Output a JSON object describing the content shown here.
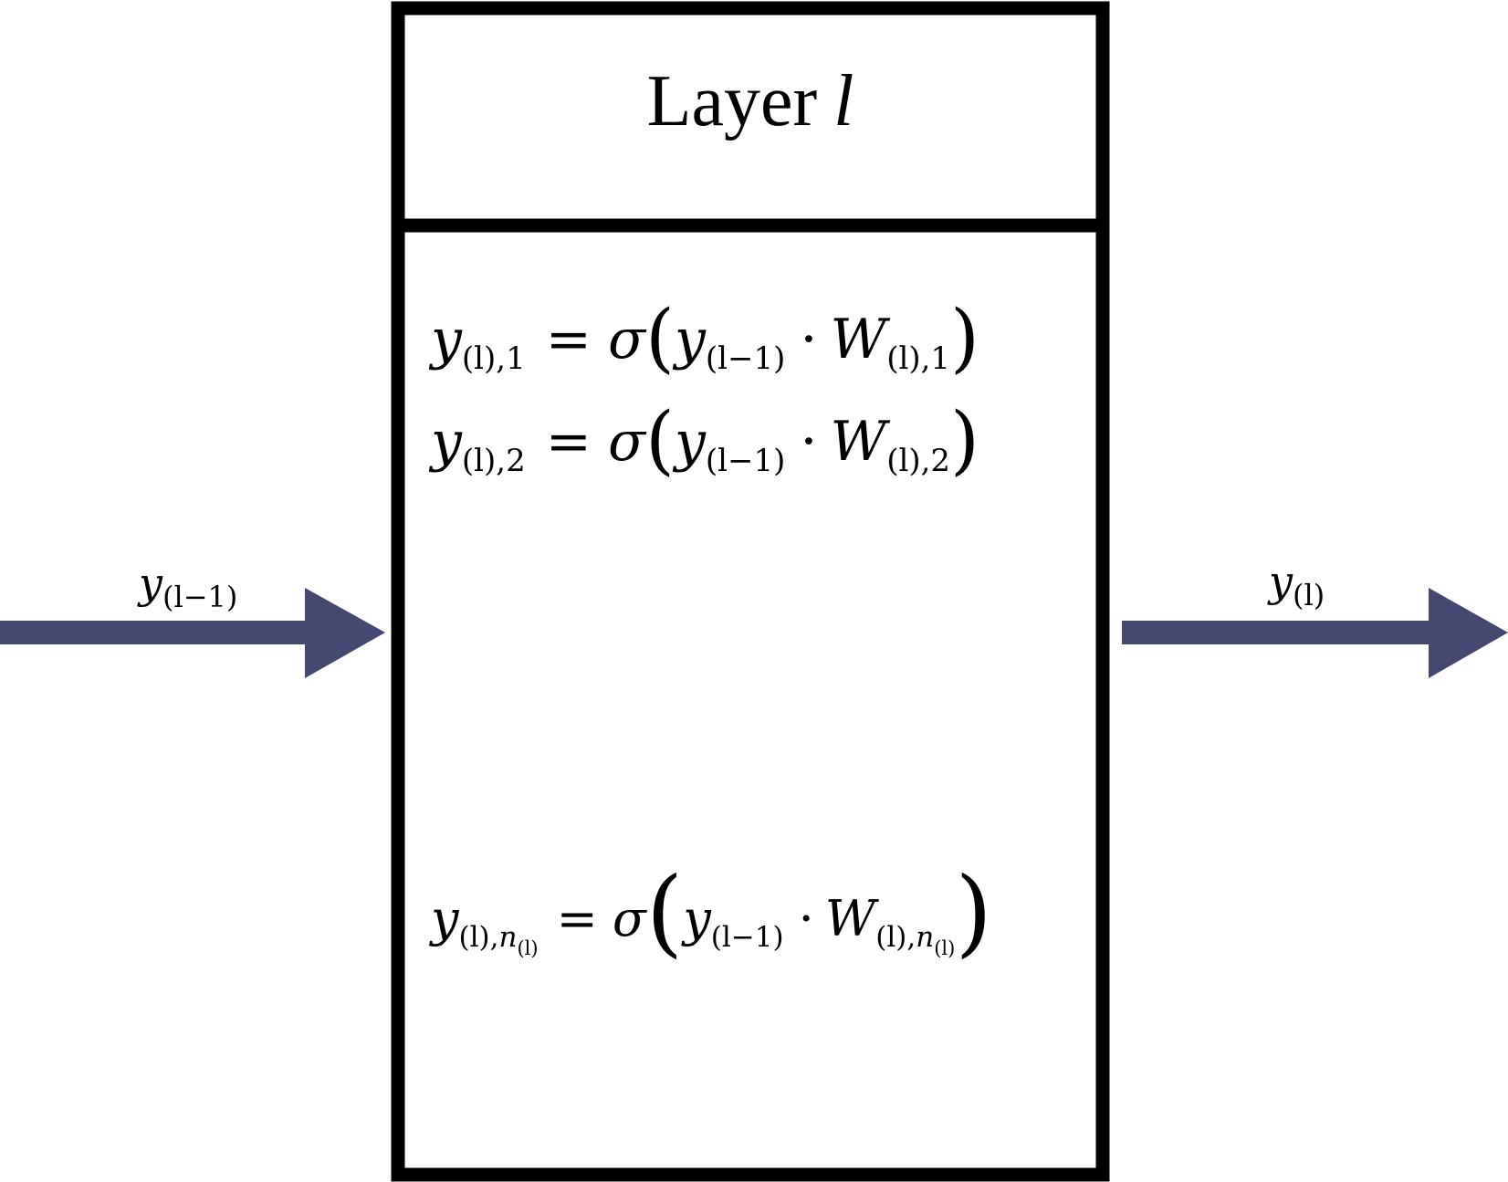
{
  "colors": {
    "arrow": "#454870",
    "border": "#000000",
    "background": "#ffffff"
  },
  "layer": {
    "title_word": "Layer",
    "title_var": "l"
  },
  "equations": [
    {
      "lhs_var": "y",
      "lhs_sub": "(l),1",
      "eq": "=",
      "func": "σ",
      "input_var": "y",
      "input_sub": "(l−1)",
      "dot": "·",
      "weight_var": "W",
      "weight_sub": "(l),1"
    },
    {
      "lhs_var": "y",
      "lhs_sub": "(l),2",
      "eq": "=",
      "func": "σ",
      "input_var": "y",
      "input_sub": "(l−1)",
      "dot": "·",
      "weight_var": "W",
      "weight_sub": "(l),2"
    },
    {
      "lhs_var": "y",
      "lhs_sub": "(l),",
      "lhs_sub_var": "n",
      "lhs_subsub": "(l)",
      "eq": "=",
      "func": "σ",
      "input_var": "y",
      "input_sub": "(l−1)",
      "dot": "·",
      "weight_var": "W",
      "weight_sub": "(l),",
      "weight_sub_var": "n",
      "weight_subsub": "(l)"
    }
  ],
  "input_arrow": {
    "var": "y",
    "sub": "(l−1)"
  },
  "output_arrow": {
    "var": "y",
    "sub": "(l)"
  }
}
